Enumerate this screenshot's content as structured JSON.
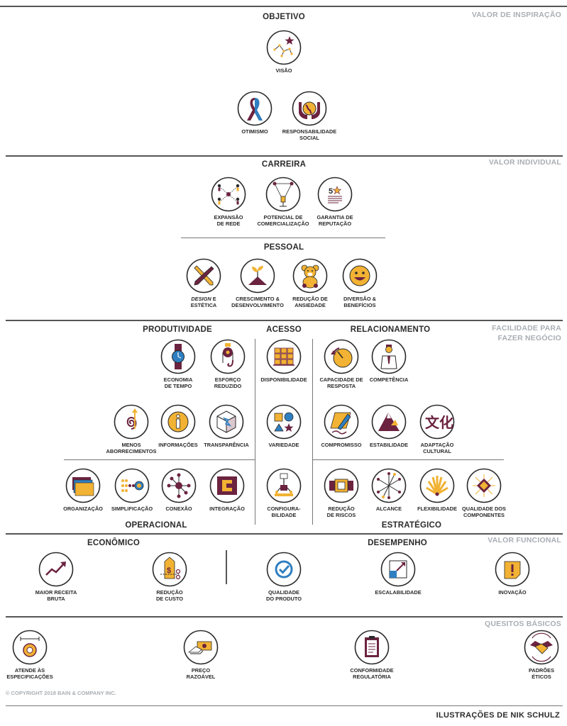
{
  "colors": {
    "maroon": "#6b2340",
    "gold": "#f2b233",
    "blue": "#2f7fc1",
    "outline": "#2a2a2a",
    "tier_gray": "#a9aeb3"
  },
  "tiers": {
    "inspirational": "VALOR DE INSPIRAÇÃO",
    "individual": "VALOR INDIVIDUAL",
    "ease_line1": "FACILIDADE PARA",
    "ease_line2": "FAZER NEGÓCIO",
    "functional": "VALOR FUNCIONAL",
    "basic": "QUESITOS BÁSICOS"
  },
  "sections": {
    "objetivo": "OBJETIVO",
    "carreira": "CARREIRA",
    "pessoal": "PESSOAL",
    "produtividade": "PRODUTIVIDADE",
    "acesso": "ACESSO",
    "relacionamento": "RELACIONAMENTO",
    "operacional": "OPERACIONAL",
    "estrategico": "ESTRATÉGICO",
    "economico": "ECONÔMICO",
    "desempenho": "DESEMPENHO"
  },
  "elements": {
    "visao": {
      "label": "VISÃO",
      "icon": "constellation-star-icon"
    },
    "otimismo": {
      "label": "OTIMISMO",
      "icon": "ribbon-icon"
    },
    "responsabilidade": {
      "label": "RESPONSABILIDADE\nSOCIAL",
      "icon": "hands-globe-icon"
    },
    "expansao": {
      "label": "EXPANSÃO\nDE REDE",
      "icon": "network-people-icon"
    },
    "potencial": {
      "label": "POTENCIAL DE\nCOMERCIALIZAÇÃO",
      "icon": "spotlight-icon"
    },
    "garantia": {
      "label": "GARANTIA DE\nREPUTAÇÃO",
      "icon": "rated-document-icon"
    },
    "design_em": "DESIGN",
    "design_rest": " E\nESTÉTICA",
    "crescimento": {
      "label": "CRESCIMENTO &\nDESENVOLVIMENTO",
      "icon": "sprout-icon"
    },
    "reducao_ansiedade": {
      "label": "REDUÇÃO DE\nANSIEDADE",
      "icon": "teddy-bear-icon"
    },
    "diversao": {
      "label": "DIVERSÃO &\nBENEFÍCIOS",
      "icon": "smiley-icon"
    },
    "economia_tempo": {
      "label": "ECONOMIA\nDE TEMPO",
      "icon": "wristwatch-icon"
    },
    "esforco": {
      "label": "ESFORÇO\nREDUZIDO",
      "icon": "pulley-icon"
    },
    "menos_aborrecimentos": {
      "label": "MENOS\nABORRECIMENTOS",
      "icon": "spiral-arrow-icon"
    },
    "informacoes": {
      "label": "INFORMAÇÕES",
      "icon": "info-icon"
    },
    "transparencia": {
      "label": "TRANSPARÊNCIA",
      "icon": "transparent-cube-icon"
    },
    "disponibilidade": {
      "label": "DISPONIBILIDADE",
      "icon": "stacked-boxes-icon"
    },
    "variedade": {
      "label": "VARIEDADE",
      "icon": "shapes-icon"
    },
    "configurabilidade": {
      "label": "CONFIGURA-\nBILIDADE",
      "icon": "robot-arm-icon"
    },
    "capacidade_resposta": {
      "label": "CAPACIDADE DE\nRESPOSTA",
      "icon": "timer-icon"
    },
    "competencia": {
      "label": "COMPETÊNCIA",
      "icon": "professional-icon"
    },
    "compromisso": {
      "label": "COMPROMISSO",
      "icon": "signing-pen-icon"
    },
    "estabilidade": {
      "label": "ESTABILIDADE",
      "icon": "mountain-icon"
    },
    "adaptacao": {
      "label": "ADAPTAÇÃO\nCULTURAL",
      "icon": "chinese-characters-icon"
    },
    "organizacao": {
      "label": "ORGANIZAÇÃO",
      "icon": "folders-icon"
    },
    "simplificacao": {
      "label": "SIMPLIFICAÇÃO",
      "icon": "dots-target-icon"
    },
    "conexao": {
      "label": "CONEXÃO",
      "icon": "hub-icon"
    },
    "integracao": {
      "label": "INTEGRAÇÃO",
      "icon": "puzzle-c-icon"
    },
    "reducao_riscos": {
      "label": "REDUÇÃO\nDE RISCOS",
      "icon": "buckle-icon"
    },
    "alcance": {
      "label": "ALCANCE",
      "icon": "starburst-icon"
    },
    "flexibilidade": {
      "label": "FLEXIBILIDADE",
      "icon": "fan-icon"
    },
    "qualidade_componentes": {
      "label": "QUALIDADE DOS\nCOMPONENTES",
      "icon": "chip-icon"
    },
    "maior_receita": {
      "label": "MAIOR RECEITA\nBRUTA",
      "icon": "trend-up-icon"
    },
    "reducao_custo": {
      "label": "REDUÇÃO\nDE CUSTO",
      "icon": "price-tag-scissors-icon"
    },
    "qualidade_produto": {
      "label": "QUALIDADE\nDO PRODUTO",
      "icon": "check-badge-icon"
    },
    "escalabilidade": {
      "label": "ESCALABILIDADE",
      "icon": "expand-arrow-icon"
    },
    "inovacao": {
      "label": "INOVAÇÃO",
      "icon": "exclamation-note-icon"
    },
    "atende": {
      "label": "ATENDE ÀS\nESPECIFICAÇÕES",
      "icon": "caliper-ring-icon"
    },
    "preco": {
      "label": "PREÇO\nRAZOÁVEL",
      "icon": "hand-money-icon"
    },
    "conformidade": {
      "label": "CONFORMIDADE\nREGULATÓRIA",
      "icon": "clipboard-icon"
    },
    "padroes": {
      "label": "PADRÕES\nÉTICOS",
      "icon": "handshake-icon"
    }
  },
  "footer": {
    "copyright": "© COPYRIGHT 2018 BAIN & COMPANY INC.",
    "credit": "ILUSTRAÇÕES DE NIK SCHULZ"
  }
}
